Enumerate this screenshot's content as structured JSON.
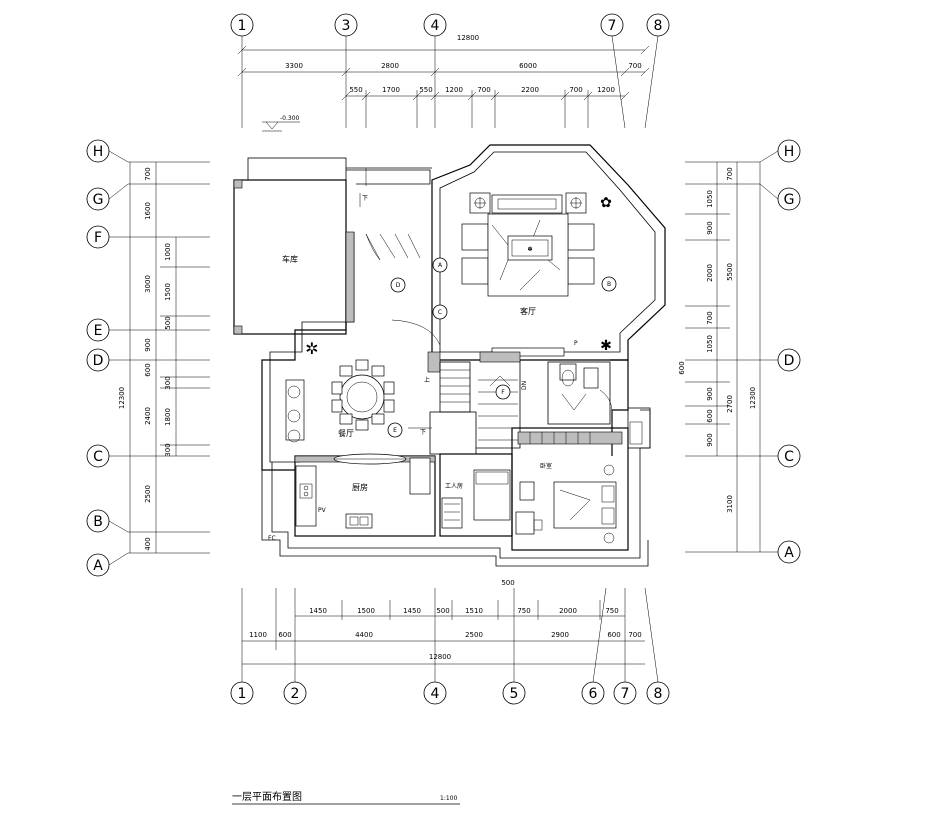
{
  "drawing": {
    "title": "一层平面布置图",
    "scale": "1:100",
    "level_mark": "-0.300"
  },
  "grid": {
    "top_labels": [
      "1",
      "3",
      "4",
      "7",
      "8"
    ],
    "bottom_labels": [
      "1",
      "2",
      "4",
      "5",
      "6",
      "7",
      "8"
    ],
    "left_labels": [
      "H",
      "G",
      "F",
      "E",
      "D",
      "C",
      "B",
      "A"
    ],
    "right_labels": [
      "H",
      "G",
      "D",
      "C",
      "A"
    ]
  },
  "dimensions": {
    "top_total": "12800",
    "top_row1": [
      "3300",
      "2800",
      "6000",
      "700"
    ],
    "top_row2": [
      "550",
      "1700",
      "550",
      "1200",
      "700",
      "2200",
      "700",
      "1200"
    ],
    "bottom_row1": [
      "1450",
      "1500",
      "1450",
      "500",
      "1510",
      "750",
      "2000",
      "750"
    ],
    "bottom_row2": [
      "1100",
      "600",
      "4400",
      "2500",
      "2900",
      "600",
      "700"
    ],
    "bottom_total": "12800",
    "bottom_mid": "500",
    "left_outer": [
      "700",
      "1600",
      "3000",
      "900",
      "600",
      "2400",
      "2500",
      "400"
    ],
    "left_inner": [
      "1000",
      "1500",
      "500",
      "300",
      "1800",
      "300"
    ],
    "left_total": "12300",
    "right_outer": [
      "700",
      "5500",
      "600",
      "2700",
      "3100"
    ],
    "right_inner": [
      "1050",
      "900",
      "2000",
      "700",
      "1050",
      "900",
      "600",
      "900"
    ],
    "right_total": "12300"
  },
  "rooms": {
    "garage": "车库",
    "living": "客厅",
    "dining": "餐厅",
    "kitchen": "厨房",
    "maid": "工人房",
    "bedroom": "卧室"
  },
  "labels": {
    "down1": "下",
    "down2": "下",
    "up": "上",
    "dn_small": "DN",
    "fc": "FC",
    "marker_a": "A",
    "marker_b": "B",
    "marker_c": "C",
    "marker_d": "D",
    "marker_e": "E",
    "marker_f": "F",
    "p_label": "P",
    "pipe": "PV"
  }
}
